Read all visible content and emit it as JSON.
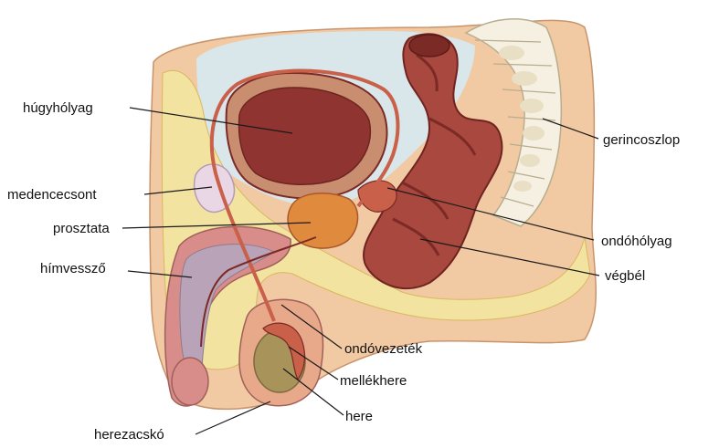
{
  "diagram": {
    "labels": {
      "bladder": "húgyhólyag",
      "pelvic_bone": "medencecsont",
      "prostate": "prosztata",
      "penis": "hímvessző",
      "scrotum": "herezacskó",
      "spine": "gerincoszlop",
      "seminal_vesicle": "ondóhólyag",
      "rectum": "végbél",
      "vas_deferens": "ondóvezeték",
      "epididymis": "mellékhere",
      "testis": "here"
    },
    "colors": {
      "skin": "#f1c9a3",
      "fat": "#f3e3a0",
      "muscle": "#a8483e",
      "muscle_dark": "#7b2a26",
      "cavity": "#d9e6ea",
      "bone": "#f5f0e1",
      "leader": "#1a1a1a"
    }
  }
}
